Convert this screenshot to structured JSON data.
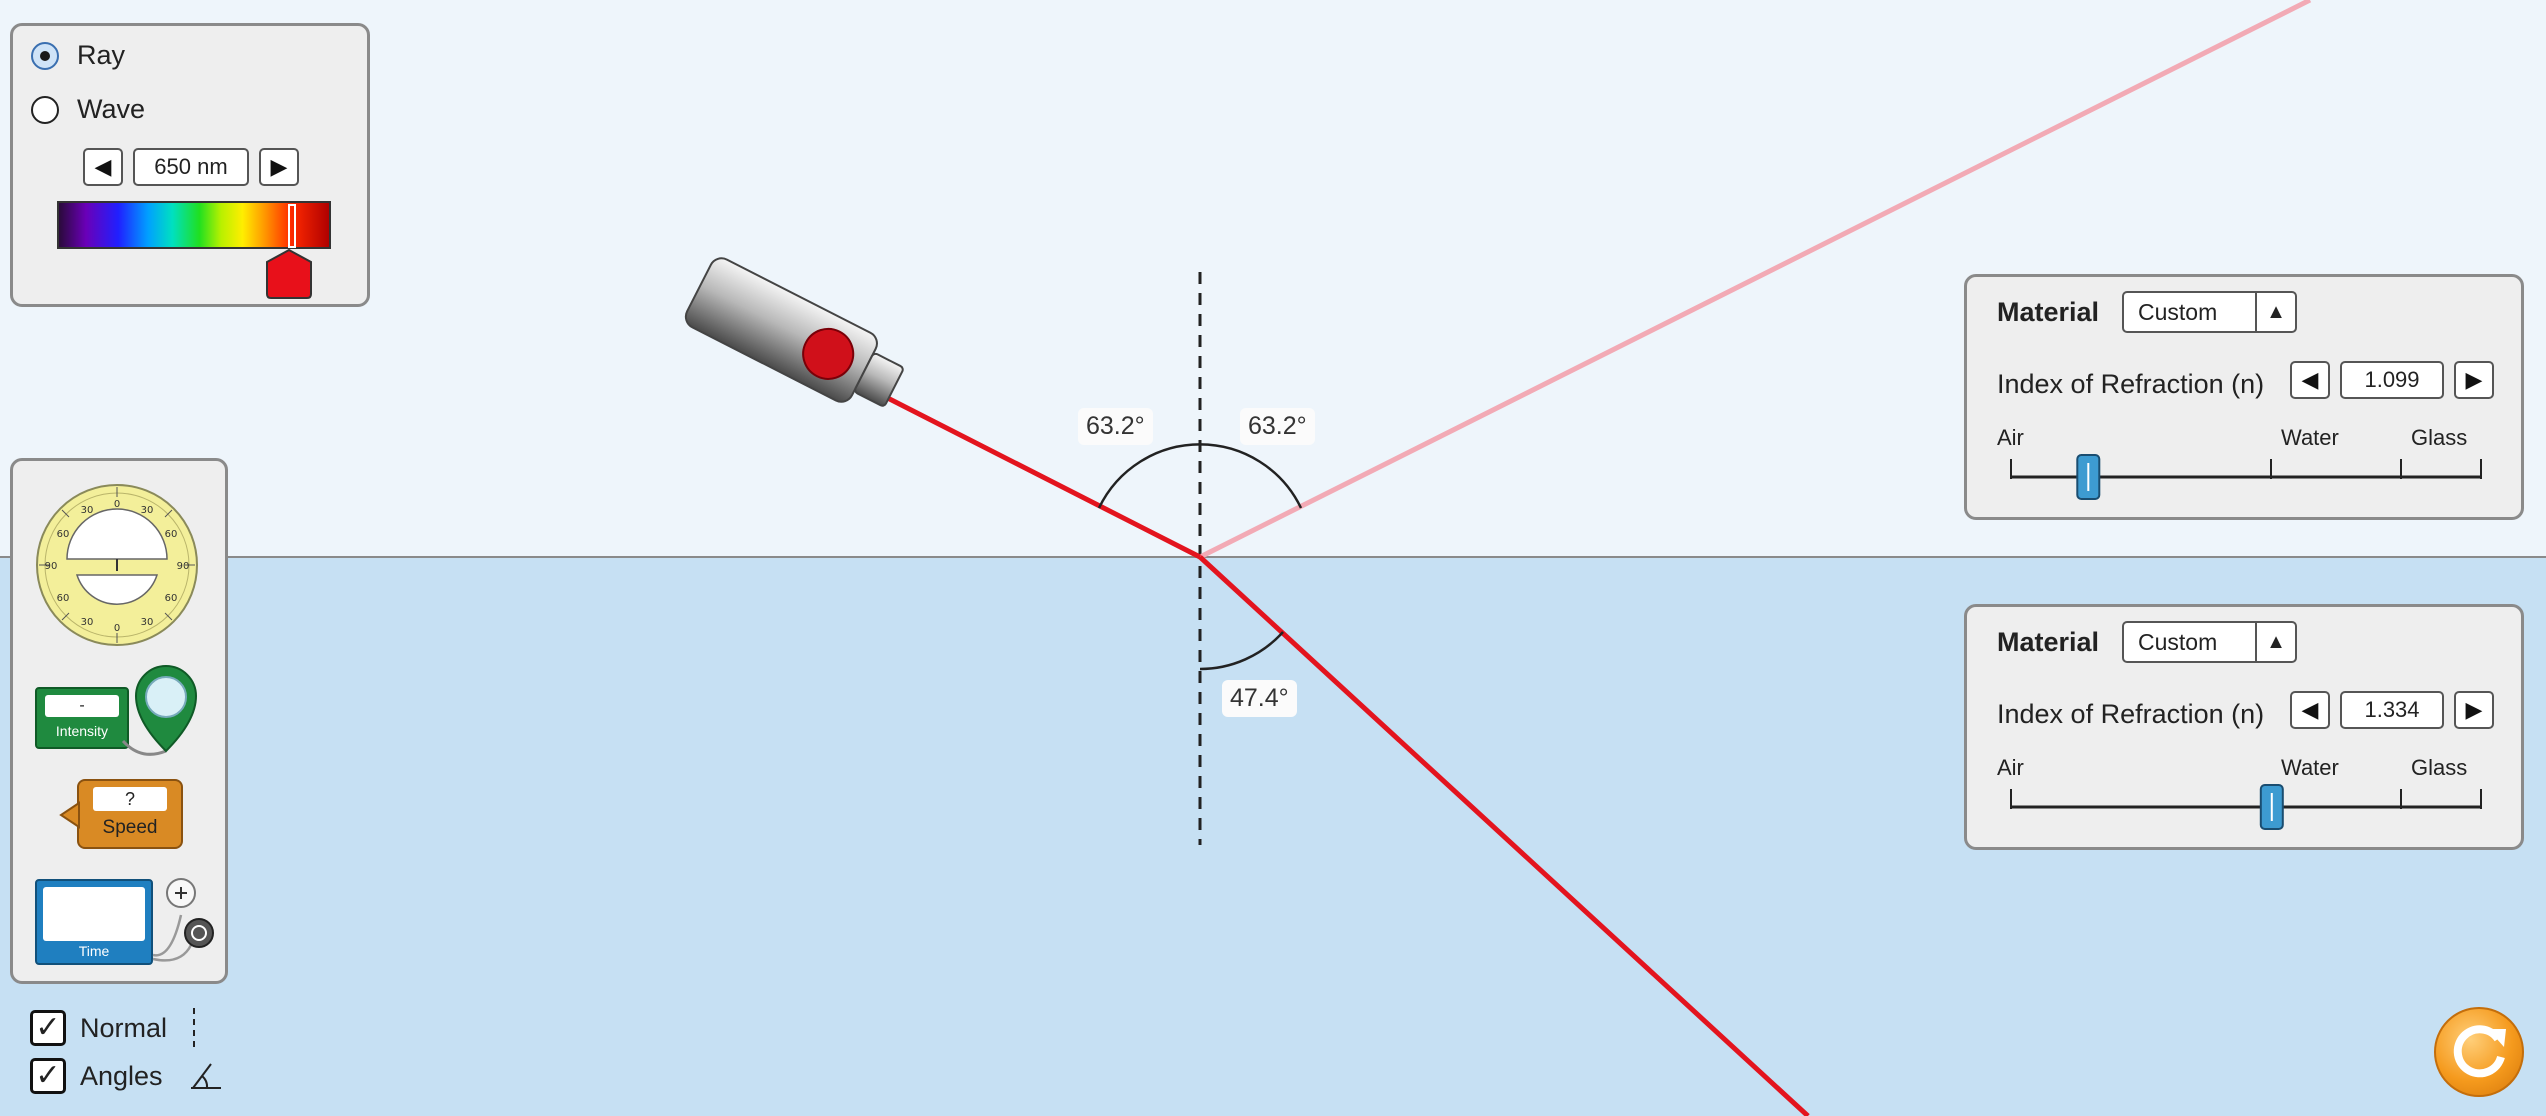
{
  "light": {
    "mode_options": [
      "Ray",
      "Wave"
    ],
    "selected_mode": "Ray",
    "wavelength": "650 nm",
    "prev_icon": "left-triangle-icon",
    "next_icon": "right-triangle-icon"
  },
  "angles": {
    "incident": "63.2°",
    "reflected": "63.2°",
    "refracted": "47.4°"
  },
  "tools": {
    "protractor_ticks": [
      "0",
      "30",
      "60",
      "90",
      "60",
      "30",
      "0",
      "30",
      "60",
      "90",
      "60",
      "30"
    ],
    "intensity_value": "-",
    "intensity_label": "Intensity",
    "speed_value": "?",
    "speed_label": "Speed",
    "time_label": "Time"
  },
  "toggles": {
    "normal_label": "Normal",
    "normal_checked": true,
    "angles_label": "Angles",
    "angles_checked": true
  },
  "top_material": {
    "label": "Material",
    "material_value": "Custom",
    "ior_label": "Index of Refraction (n)",
    "ior_value": "1.099",
    "scale_labels": [
      "Air",
      "Water",
      "Glass"
    ],
    "ior_numeric": 1.099
  },
  "bottom_material": {
    "label": "Material",
    "material_value": "Custom",
    "ior_label": "Index of Refraction (n)",
    "ior_value": "1.334",
    "scale_labels": [
      "Air",
      "Water",
      "Glass"
    ],
    "ior_numeric": 1.334
  },
  "colors": {
    "top_medium": "#eef5fb",
    "bottom_medium": "#c6e0f3",
    "laser_beam": "#e3141e",
    "reflected_beam": "#f2aab5",
    "slider_thumb": "#3d9bd1"
  }
}
